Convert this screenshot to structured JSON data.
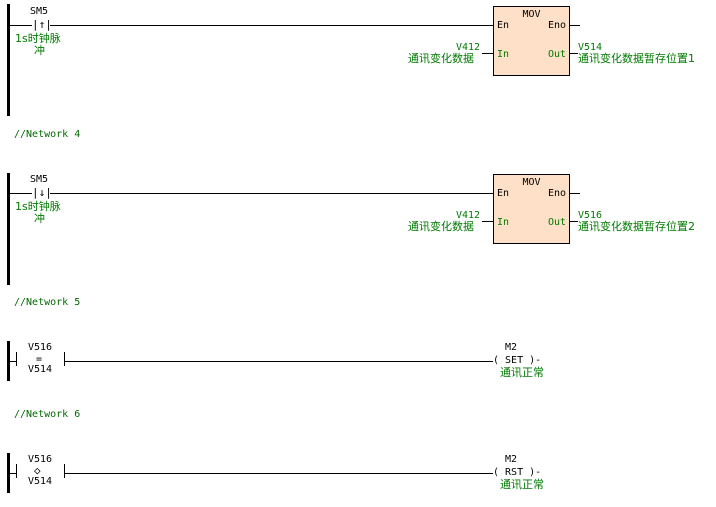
{
  "rung1": {
    "contact_addr": "SM5",
    "contact_symbol": "|↑|",
    "contact_desc_1": "1s时钟脉",
    "contact_desc_2": "冲",
    "box_title": "MOV",
    "pin_en": "En",
    "pin_eno": "Eno",
    "pin_in": "In",
    "pin_out": "Out",
    "in_addr": "V412",
    "in_desc": "通讯变化数据",
    "out_addr": "V514",
    "out_desc": "通讯变化数据暂存位置1"
  },
  "network4": {
    "comment": "//Network 4"
  },
  "rung2": {
    "contact_addr": "SM5",
    "contact_symbol": "|↓|",
    "contact_desc_1": "1s时钟脉",
    "contact_desc_2": "冲",
    "box_title": "MOV",
    "pin_en": "En",
    "pin_eno": "Eno",
    "pin_in": "In",
    "pin_out": "Out",
    "in_addr": "V412",
    "in_desc": "通讯变化数据",
    "out_addr": "V516",
    "out_desc": "通讯变化数据暂存位置2"
  },
  "network5": {
    "comment": "//Network 5"
  },
  "rung3": {
    "cmp_top": "V516",
    "cmp_op": "=",
    "cmp_bottom": "V514",
    "coil_addr": "M2",
    "coil_text": "( SET )-",
    "coil_desc": "通讯正常"
  },
  "network6": {
    "comment": "//Network 6"
  },
  "rung4": {
    "cmp_top": "V516",
    "cmp_op": "◇",
    "cmp_bottom": "V514",
    "coil_addr": "M2",
    "coil_text": "( RST )-",
    "coil_desc": "通讯正常"
  }
}
